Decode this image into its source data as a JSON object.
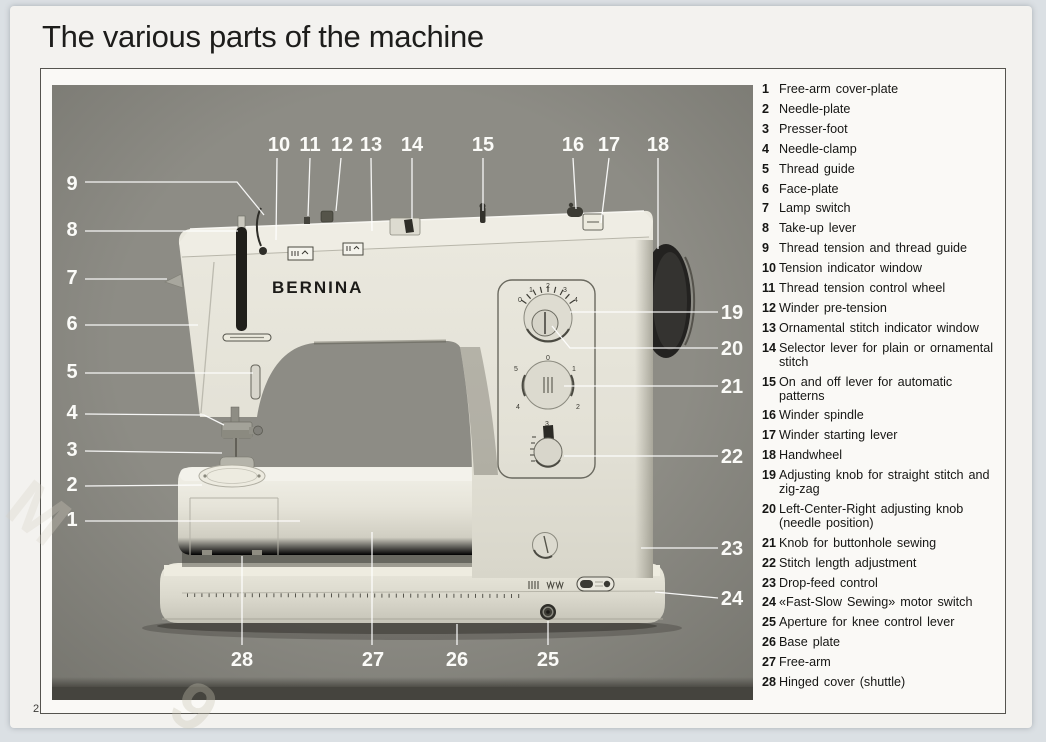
{
  "page": {
    "title": "The various parts of the machine",
    "page_number": "2"
  },
  "photo": {
    "brand": "BERNINA",
    "callouts": [
      "1",
      "2",
      "3",
      "4",
      "5",
      "6",
      "7",
      "8",
      "9",
      "10",
      "11",
      "12",
      "13",
      "14",
      "15",
      "16",
      "17",
      "18",
      "19",
      "20",
      "21",
      "22",
      "23",
      "24",
      "25",
      "26",
      "27",
      "28"
    ],
    "zigzag_dial_scale": [
      "0",
      "1",
      "2",
      "3",
      "4"
    ],
    "buttonhole_dial_scale": [
      "0",
      "1",
      "2",
      "3",
      "4",
      "5"
    ]
  },
  "parts_list": {
    "items": [
      {
        "num": "1",
        "label": "Free-arm cover-plate"
      },
      {
        "num": "2",
        "label": "Needle-plate"
      },
      {
        "num": "3",
        "label": "Presser-foot"
      },
      {
        "num": "4",
        "label": "Needle-clamp"
      },
      {
        "num": "5",
        "label": "Thread guide"
      },
      {
        "num": "6",
        "label": "Face-plate"
      },
      {
        "num": "7",
        "label": "Lamp switch"
      },
      {
        "num": "8",
        "label": "Take-up lever"
      },
      {
        "num": "9",
        "label": "Thread tension and thread guide"
      },
      {
        "num": "10",
        "label": "Tension indicator window"
      },
      {
        "num": "11",
        "label": "Thread tension control wheel"
      },
      {
        "num": "12",
        "label": "Winder pre-tension"
      },
      {
        "num": "13",
        "label": "Ornamental stitch indicator window"
      },
      {
        "num": "14",
        "label": "Selector lever for plain or ornamental stitch"
      },
      {
        "num": "15",
        "label": "On and off lever for automatic patterns"
      },
      {
        "num": "16",
        "label": "Winder spindle"
      },
      {
        "num": "17",
        "label": "Winder starting lever"
      },
      {
        "num": "18",
        "label": "Handwheel"
      },
      {
        "num": "19",
        "label": "Adjusting knob for straight stitch and zig-zag"
      },
      {
        "num": "20",
        "label": "Left-Center-Right adjusting knob (needle position)"
      },
      {
        "num": "21",
        "label": "Knob for buttonhole sewing"
      },
      {
        "num": "22",
        "label": "Stitch length adjustment"
      },
      {
        "num": "23",
        "label": "Drop-feed control"
      },
      {
        "num": "24",
        "label": "«Fast-Slow Sewing» motor switch"
      },
      {
        "num": "25",
        "label": "Aperture for knee control lever"
      },
      {
        "num": "26",
        "label": "Base plate"
      },
      {
        "num": "27",
        "label": "Free-arm"
      },
      {
        "num": "28",
        "label": "Hinged cover (shuttle)"
      }
    ]
  },
  "colors": {
    "page_background": "#f3f2ef",
    "outer_background": "#dbe0e4",
    "photo_background": "#8d8c85",
    "machine_body": "#e6e4da",
    "handwheel": "#232220",
    "callout_text": "#fbfbf8",
    "list_text": "#161614"
  }
}
